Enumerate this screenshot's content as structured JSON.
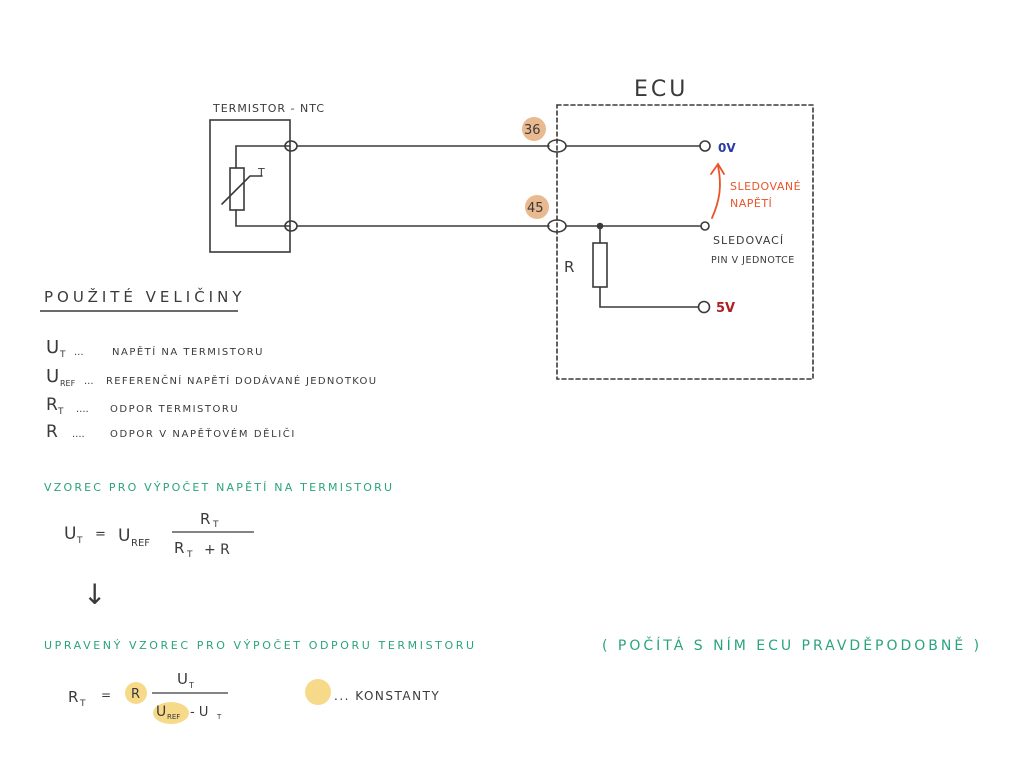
{
  "colors": {
    "ink": "#3a3a3a",
    "green": "#2aa37e",
    "orange": "#e8552a",
    "blue": "#2a3aa8",
    "red": "#b01f24",
    "pin_badge": "#e9b98f",
    "highlight": "#f7d98a"
  },
  "circuit": {
    "ecu_title": "ECU",
    "thermistor_title": "TERMISTOR - NTC",
    "thermistor_symbol": "T",
    "pin_top": "36",
    "pin_bottom": "45",
    "zero_v": "0V",
    "five_v": "5V",
    "resistor_label": "R",
    "sensed_voltage_line1": "SLEDOVANÉ",
    "sensed_voltage_line2": "NAPĚTÍ",
    "sensing_pin_line1": "SLEDOVACÍ",
    "sensing_pin_line2": "PIN V JEDNOTCE"
  },
  "quantities": {
    "title": "POUŽITÉ VELIČINY",
    "items": [
      {
        "symbol": "U",
        "sub": "T",
        "dots": "...",
        "text": "NAPĚTÍ NA TERMISTORU"
      },
      {
        "symbol": "U",
        "sub": "REF",
        "dots": "...",
        "text": "REFERENČNÍ NAPĚTÍ DODÁVANÉ JEDNOTKOU"
      },
      {
        "symbol": "R",
        "sub": "T",
        "dots": "....",
        "text": "ODPOR TERMISTORU"
      },
      {
        "symbol": "R",
        "sub": "",
        "dots": "....",
        "text": "ODPOR V NAPĚŤOVÉM DĚLIČI"
      }
    ]
  },
  "formula1": {
    "heading": "VZOREC PRO VÝPOČET NAPĚTÍ NA TERMISTORU",
    "lhs": "U",
    "lhs_sub": "T",
    "eq": "=",
    "factor": "U",
    "factor_sub": "REF",
    "num": "R",
    "num_sub": "T",
    "den_a": "R",
    "den_a_sub": "T",
    "den_plus": "+ R",
    "arrow": "↓"
  },
  "formula2": {
    "heading": "UPRAVENÝ VZOREC PRO VÝPOČET ODPORU TERMISTORU",
    "note": "( POČÍTÁ S NÍM ECU PRAVDĚPODOBNĚ )",
    "lhs": "R",
    "lhs_sub": "T",
    "eq": "=",
    "factor": "R",
    "num": "U",
    "num_sub": "T",
    "den_a": "U",
    "den_a_sub": "REF",
    "den_minus": "- U",
    "den_b_sub": "T",
    "legend_text": "... KONSTANTY"
  }
}
